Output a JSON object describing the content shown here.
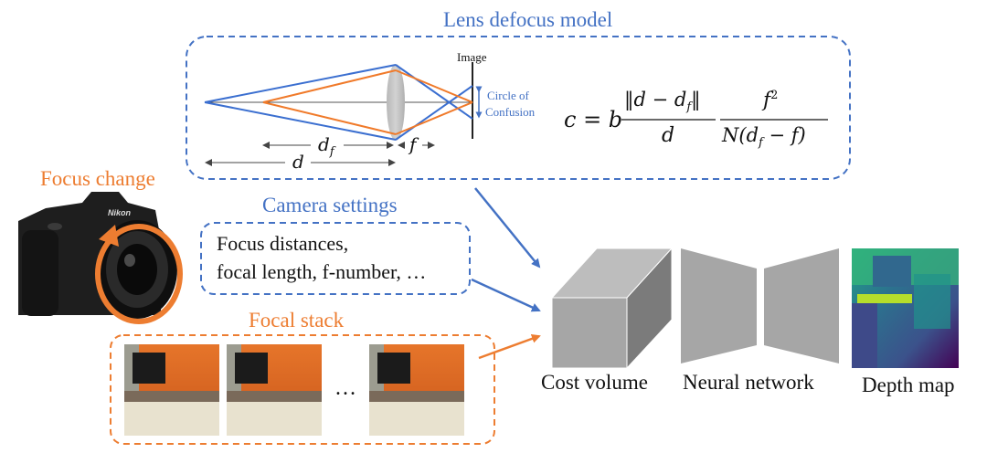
{
  "lens_model": {
    "title": "Lens defocus model",
    "image_label": "Image",
    "coc_line1": "Circle of",
    "coc_line2": "Confusion",
    "df_label": "d",
    "df_sub": "f",
    "d_label": "d",
    "f_label": "f",
    "formula": {
      "lhs": "c = b",
      "frac1_num": "‖d − d",
      "frac1_num_sub": "f",
      "frac1_num_end": "‖",
      "frac1_den": "d",
      "frac2_num": "f",
      "frac2_num_sup": "2",
      "frac2_den": "N(d",
      "frac2_den_sub": "f",
      "frac2_den_end": " − f)"
    }
  },
  "focus_change": {
    "label": "Focus change",
    "camera_brand": "Nikon"
  },
  "camera_settings": {
    "title": "Camera settings",
    "line1": "Focus distances,",
    "line2": "focal length, f-number, …"
  },
  "focal_stack": {
    "title": "Focal stack",
    "ellipsis": "…"
  },
  "pipeline": {
    "cost_volume": "Cost volume",
    "neural_network": "Neural network",
    "depth_map": "Depth map"
  },
  "colors": {
    "blue": "#4472c4",
    "orange": "#ed7d31",
    "ray_blue": "#3b6fd0",
    "ray_orange": "#f07a2a"
  }
}
